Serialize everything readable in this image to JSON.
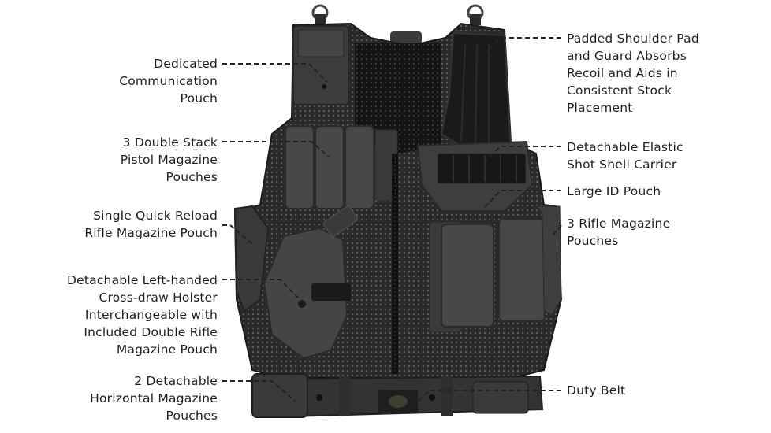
{
  "product_diagram": {
    "subject": "Tactical vest (black)",
    "callouts_left": [
      {
        "id": "communication-pouch",
        "lines": [
          "Dedicated",
          "Communication",
          "Pouch"
        ]
      },
      {
        "id": "pistol-mag-pouches",
        "lines": [
          "3 Double Stack",
          "Pistol Magazine",
          "Pouches"
        ]
      },
      {
        "id": "rifle-mag-pouch-single",
        "lines": [
          "Single Quick Reload",
          "Rifle Magazine Pouch"
        ]
      },
      {
        "id": "holster",
        "lines": [
          "Detachable Left-handed",
          "Cross-draw Holster",
          "Interchangeable with",
          "Included Double Rifle",
          "Magazine Pouch"
        ]
      },
      {
        "id": "horizontal-mag-pouches",
        "lines": [
          "2 Detachable",
          "Horizontal Magazine",
          "Pouches"
        ]
      }
    ],
    "callouts_right": [
      {
        "id": "shoulder-pad",
        "lines": [
          "Padded Shoulder Pad",
          "and Guard Absorbs",
          "Recoil and Aids in",
          "Consistent Stock",
          "Placement"
        ]
      },
      {
        "id": "shot-shell-carrier",
        "lines": [
          "Detachable Elastic",
          "Shot Shell Carrier"
        ]
      },
      {
        "id": "id-pouch",
        "lines": [
          "Large ID Pouch"
        ]
      },
      {
        "id": "rifle-mag-pouches",
        "lines": [
          "3 Rifle Magazine",
          "Pouches"
        ]
      },
      {
        "id": "duty-belt",
        "lines": [
          "Duty Belt"
        ]
      }
    ],
    "colors": {
      "background": "#ffffff",
      "text": "#1e1e1e",
      "leader_line": "#222222",
      "vest_dark": "#1c1c1c",
      "vest_mid": "#3a3a3a",
      "vest_light": "#555555"
    }
  }
}
